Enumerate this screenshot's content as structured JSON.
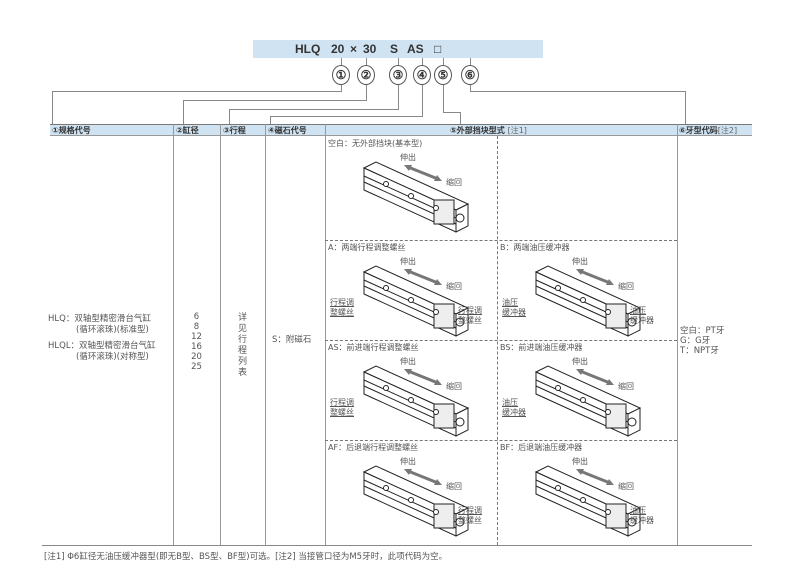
{
  "code": {
    "series": "HLQ",
    "bore": "20",
    "x": "×",
    "stroke": "30",
    "magnet": "S",
    "stopper": "AS",
    "thread": "□"
  },
  "circles": [
    "①",
    "②",
    "③",
    "④",
    "⑤",
    "⑥"
  ],
  "headers": [
    {
      "num": "①",
      "label": "规格代号"
    },
    {
      "num": "②",
      "label": "缸径"
    },
    {
      "num": "③",
      "label": "行程"
    },
    {
      "num": "④",
      "label": "磁石代号"
    },
    {
      "num": "⑤",
      "label": "外部挡块型式",
      "note": "[注1]"
    },
    {
      "num": "⑥",
      "label": "牙型代码",
      "note": "[注2]"
    }
  ],
  "spec": [
    {
      "code": "HLQ：双轴型精密滑台气缸",
      "sub": "(循环滚珠)(标准型)"
    },
    {
      "code": "HLQL：双轴型精密滑台气缸",
      "sub": "(循环滚珠)(对称型)"
    }
  ],
  "bores": [
    "6",
    "8",
    "12",
    "16",
    "20",
    "25"
  ],
  "stroke_text": [
    "详",
    "见",
    "行",
    "程",
    "列",
    "表"
  ],
  "magnet": "S：附磁石",
  "threads": [
    "空白：PT牙",
    "G：G牙",
    "T：NPT牙"
  ],
  "panels": {
    "blank": {
      "label": "空白：无外部挡块(基本型)",
      "extend": "伸出",
      "retract": "缩回"
    },
    "A": {
      "label": "A：两端行程调整螺丝",
      "extend": "伸出",
      "retract": "缩回",
      "c1": [
        "行程调",
        "整螺丝"
      ],
      "c2": [
        "行程调",
        "整螺丝"
      ]
    },
    "B": {
      "label": "B：两端油压缓冲器",
      "extend": "伸出",
      "retract": "缩回",
      "c1": [
        "油压",
        "缓冲器"
      ],
      "c2": [
        "油压",
        "缓冲器"
      ]
    },
    "AS": {
      "label": "AS：前进端行程调整螺丝",
      "extend": "伸出",
      "retract": "缩回",
      "c1": [
        "行程调",
        "整螺丝"
      ]
    },
    "BS": {
      "label": "BS：前进端油压缓冲器",
      "extend": "伸出",
      "retract": "缩回",
      "c1": [
        "油压",
        "缓冲器"
      ]
    },
    "AF": {
      "label": "AF：后退端行程调整螺丝",
      "extend": "伸出",
      "retract": "缩回",
      "c2": [
        "行程调",
        "整螺丝"
      ]
    },
    "BF": {
      "label": "BF：后退端油压缓冲器",
      "extend": "伸出",
      "retract": "缩回",
      "c2": [
        "油压",
        "缓冲器"
      ]
    }
  },
  "footnote": "[注1] Φ6缸径无油压缓冲器型(即无B型、BS型、BF型)可选。[注2] 当接管口径为M5牙时，此项代码为空。"
}
